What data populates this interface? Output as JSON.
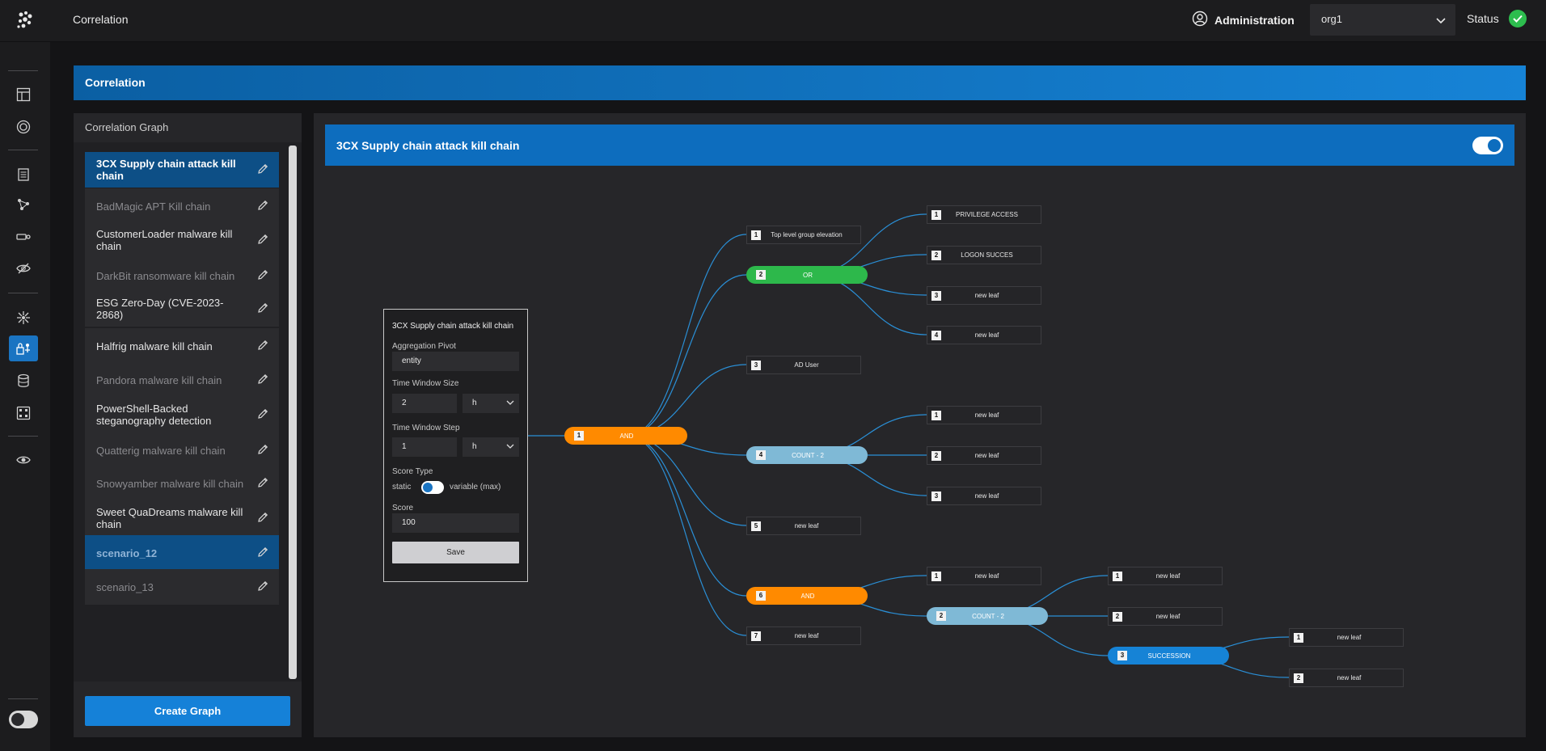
{
  "app": {
    "title": "Correlation"
  },
  "header": {
    "admin_label": "Administration",
    "org_value": "org1",
    "status_label": "Status"
  },
  "page": {
    "banner": "Correlation"
  },
  "left_panel": {
    "title": "Correlation Graph",
    "items": [
      {
        "label": "3CX Supply chain attack kill chain",
        "state": "selected"
      },
      {
        "label": "BadMagic APT Kill chain",
        "state": "dim"
      },
      {
        "label": "CustomerLoader malware kill chain",
        "state": "normal"
      },
      {
        "label": "DarkBit ransomware kill chain",
        "state": "dim"
      },
      {
        "label": "ESG Zero-Day (CVE-2023-2868)",
        "state": "normal"
      },
      {
        "label": "Halfrig malware kill chain",
        "state": "normal"
      },
      {
        "label": "Pandora malware kill chain",
        "state": "dim"
      },
      {
        "label": "PowerShell-Backed steganography detection",
        "state": "normal"
      },
      {
        "label": "Quatterig malware kill chain",
        "state": "dim"
      },
      {
        "label": "Snowyamber malware kill chain",
        "state": "dim"
      },
      {
        "label": "Sweet QuaDreams malware kill chain",
        "state": "normal"
      },
      {
        "label": "scenario_12",
        "state": "highlight"
      },
      {
        "label": "scenario_13",
        "state": "dim"
      }
    ],
    "create_button": "Create Graph"
  },
  "graph_panel": {
    "title": "3CX Supply chain attack kill chain",
    "enabled": true
  },
  "form": {
    "title": "3CX Supply chain attack kill chain",
    "pivot_label": "Aggregation Pivot",
    "pivot_value": "entity",
    "window_size_label": "Time Window Size",
    "window_size_value": "2",
    "window_size_unit": "h",
    "window_step_label": "Time Window Step",
    "window_step_value": "1",
    "window_step_unit": "h",
    "score_type_label": "Score Type",
    "score_type_left": "static",
    "score_type_right": "variable (max)",
    "score_label": "Score",
    "score_value": "100",
    "save_label": "Save"
  },
  "graph": {
    "root": {
      "num": "1",
      "label": "AND",
      "color": "#ff8a00"
    },
    "nodes": {
      "l1": {
        "num": "1",
        "label": "Top level group elevation"
      },
      "or2": {
        "num": "2",
        "label": "OR",
        "color": "#2db84b"
      },
      "or_c1": {
        "num": "1",
        "label": "PRIVILEGE ACCESS"
      },
      "or_c2": {
        "num": "2",
        "label": "LOGON SUCCES"
      },
      "or_c3": {
        "num": "3",
        "label": "new leaf"
      },
      "or_c4": {
        "num": "4",
        "label": "new leaf"
      },
      "l3": {
        "num": "3",
        "label": "AD User"
      },
      "cnt4": {
        "num": "4",
        "label": "COUNT - 2",
        "color": "#7fb9d6"
      },
      "cnt_c1": {
        "num": "1",
        "label": "new leaf"
      },
      "cnt_c2": {
        "num": "2",
        "label": "new leaf"
      },
      "cnt_c3": {
        "num": "3",
        "label": "new leaf"
      },
      "l5": {
        "num": "5",
        "label": "new leaf"
      },
      "and6": {
        "num": "6",
        "label": "AND",
        "color": "#ff8a00"
      },
      "and_c1": {
        "num": "1",
        "label": "new leaf"
      },
      "cnt2": {
        "num": "2",
        "label": "COUNT - 2",
        "color": "#7fb9d6"
      },
      "cnt2_c1": {
        "num": "1",
        "label": "new leaf"
      },
      "cnt2_c2": {
        "num": "2",
        "label": "new leaf"
      },
      "succ3": {
        "num": "3",
        "label": "SUCCESSION",
        "color": "#1683d6"
      },
      "succ_c1": {
        "num": "1",
        "label": "new leaf"
      },
      "succ_c2": {
        "num": "2",
        "label": "new leaf"
      },
      "l7": {
        "num": "7",
        "label": "new leaf"
      }
    },
    "edge_color": "#2a8fd6"
  }
}
